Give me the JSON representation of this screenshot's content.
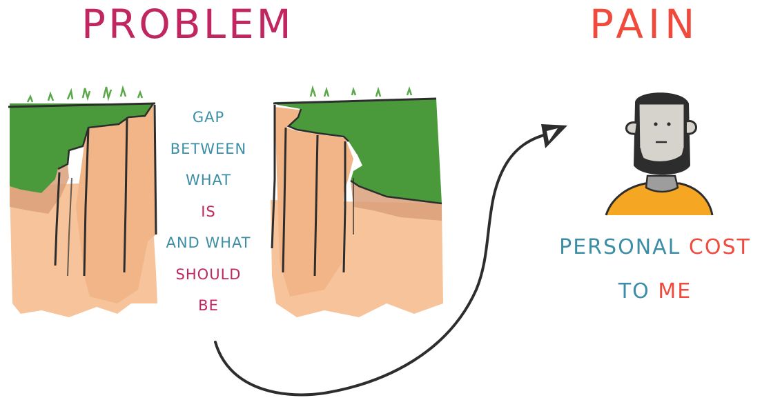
{
  "titles": {
    "problem": "PROBLEM",
    "pain": "PAIN"
  },
  "gap_definition": {
    "lines": [
      "GAP",
      "BETWEEN",
      "WHAT",
      "IS",
      "AND WHAT",
      "SHOULD",
      "BE"
    ]
  },
  "pain_definition": {
    "line1": {
      "part1": "PERSONAL",
      "part2": "COST"
    },
    "line2": {
      "part1": "TO",
      "part2": "ME"
    }
  },
  "colors": {
    "problem_title": "#c0265f",
    "pain_title": "#ef4a3b",
    "teal_text": "#3b8ea5",
    "magenta_text": "#c0265f",
    "red_text": "#ef4a3b",
    "grass": "#4a9a3c",
    "cliff": "#f6c39a",
    "shirt": "#f5a623"
  },
  "icons": {
    "left_cliff": "cliff-icon",
    "right_cliff": "cliff-icon",
    "arrow": "curved-arrow-icon",
    "person": "person-icon"
  }
}
